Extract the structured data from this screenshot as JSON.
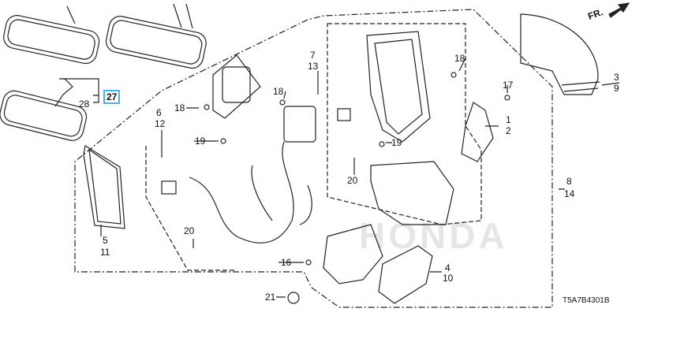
{
  "diagram": {
    "code": "T5A7B4301B",
    "front_marker": "FR.",
    "watermark": "HONDA",
    "highlight_color": "#4ab3e6",
    "callouts": [
      {
        "ref": "27",
        "highlighted": true
      },
      {
        "ref": "28"
      },
      {
        "ref": "18"
      },
      {
        "ref": "6"
      },
      {
        "ref": "12"
      },
      {
        "ref": "19"
      },
      {
        "ref": "7"
      },
      {
        "ref": "13"
      },
      {
        "ref": "18"
      },
      {
        "ref": "18"
      },
      {
        "ref": "17"
      },
      {
        "ref": "3"
      },
      {
        "ref": "9"
      },
      {
        "ref": "1"
      },
      {
        "ref": "2"
      },
      {
        "ref": "19"
      },
      {
        "ref": "20"
      },
      {
        "ref": "8"
      },
      {
        "ref": "14"
      },
      {
        "ref": "5"
      },
      {
        "ref": "11"
      },
      {
        "ref": "20"
      },
      {
        "ref": "16"
      },
      {
        "ref": "4"
      },
      {
        "ref": "10"
      },
      {
        "ref": "21"
      }
    ]
  }
}
